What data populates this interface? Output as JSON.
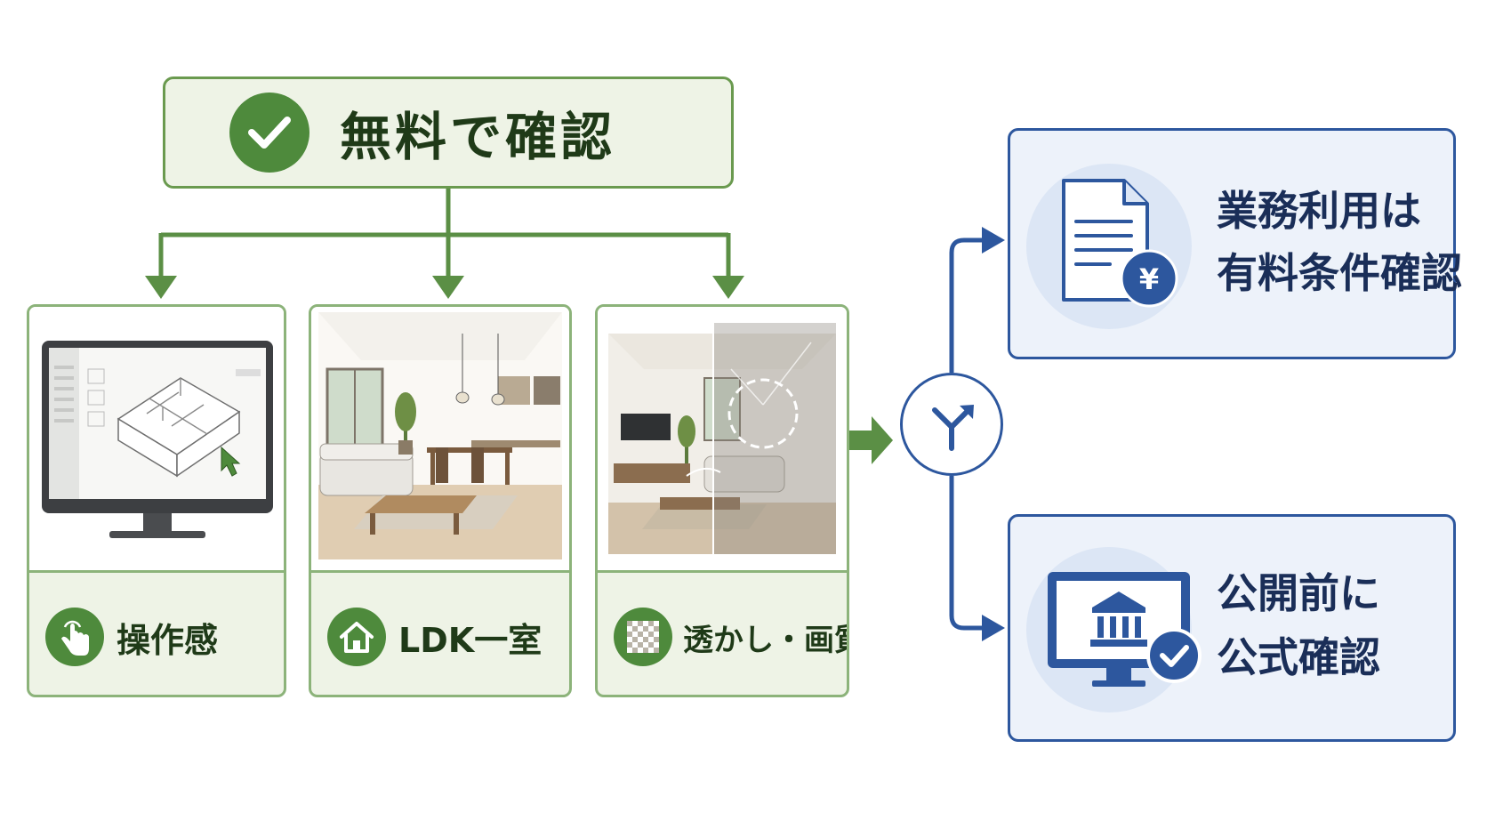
{
  "top": {
    "title": "無料で確認",
    "icon": "check-circle-icon"
  },
  "cards": [
    {
      "label": "操作感",
      "icon": "tap-hand-icon",
      "illustration": "monitor-floorplan-3d"
    },
    {
      "label": "LDK一室",
      "icon": "house-icon",
      "illustration": "living-dining-room"
    },
    {
      "label": "透かし・画質",
      "icon": "checker-pattern-icon",
      "illustration": "room-watermark-compare"
    }
  ],
  "split": {
    "icon": "split-arrows-icon"
  },
  "outcomes": [
    {
      "line1": "業務利用は",
      "line2": "有料条件確認",
      "icon": "document-yen-icon"
    },
    {
      "line1": "公開前に",
      "line2": "公式確認",
      "icon": "monitor-bank-check-icon"
    }
  ],
  "colors": {
    "green_dark": "#4e8a3c",
    "green_border": "#6a9a4f",
    "green_bg": "#eef3e6",
    "blue_dark": "#2d579e",
    "blue_bg": "#edf2fa"
  }
}
